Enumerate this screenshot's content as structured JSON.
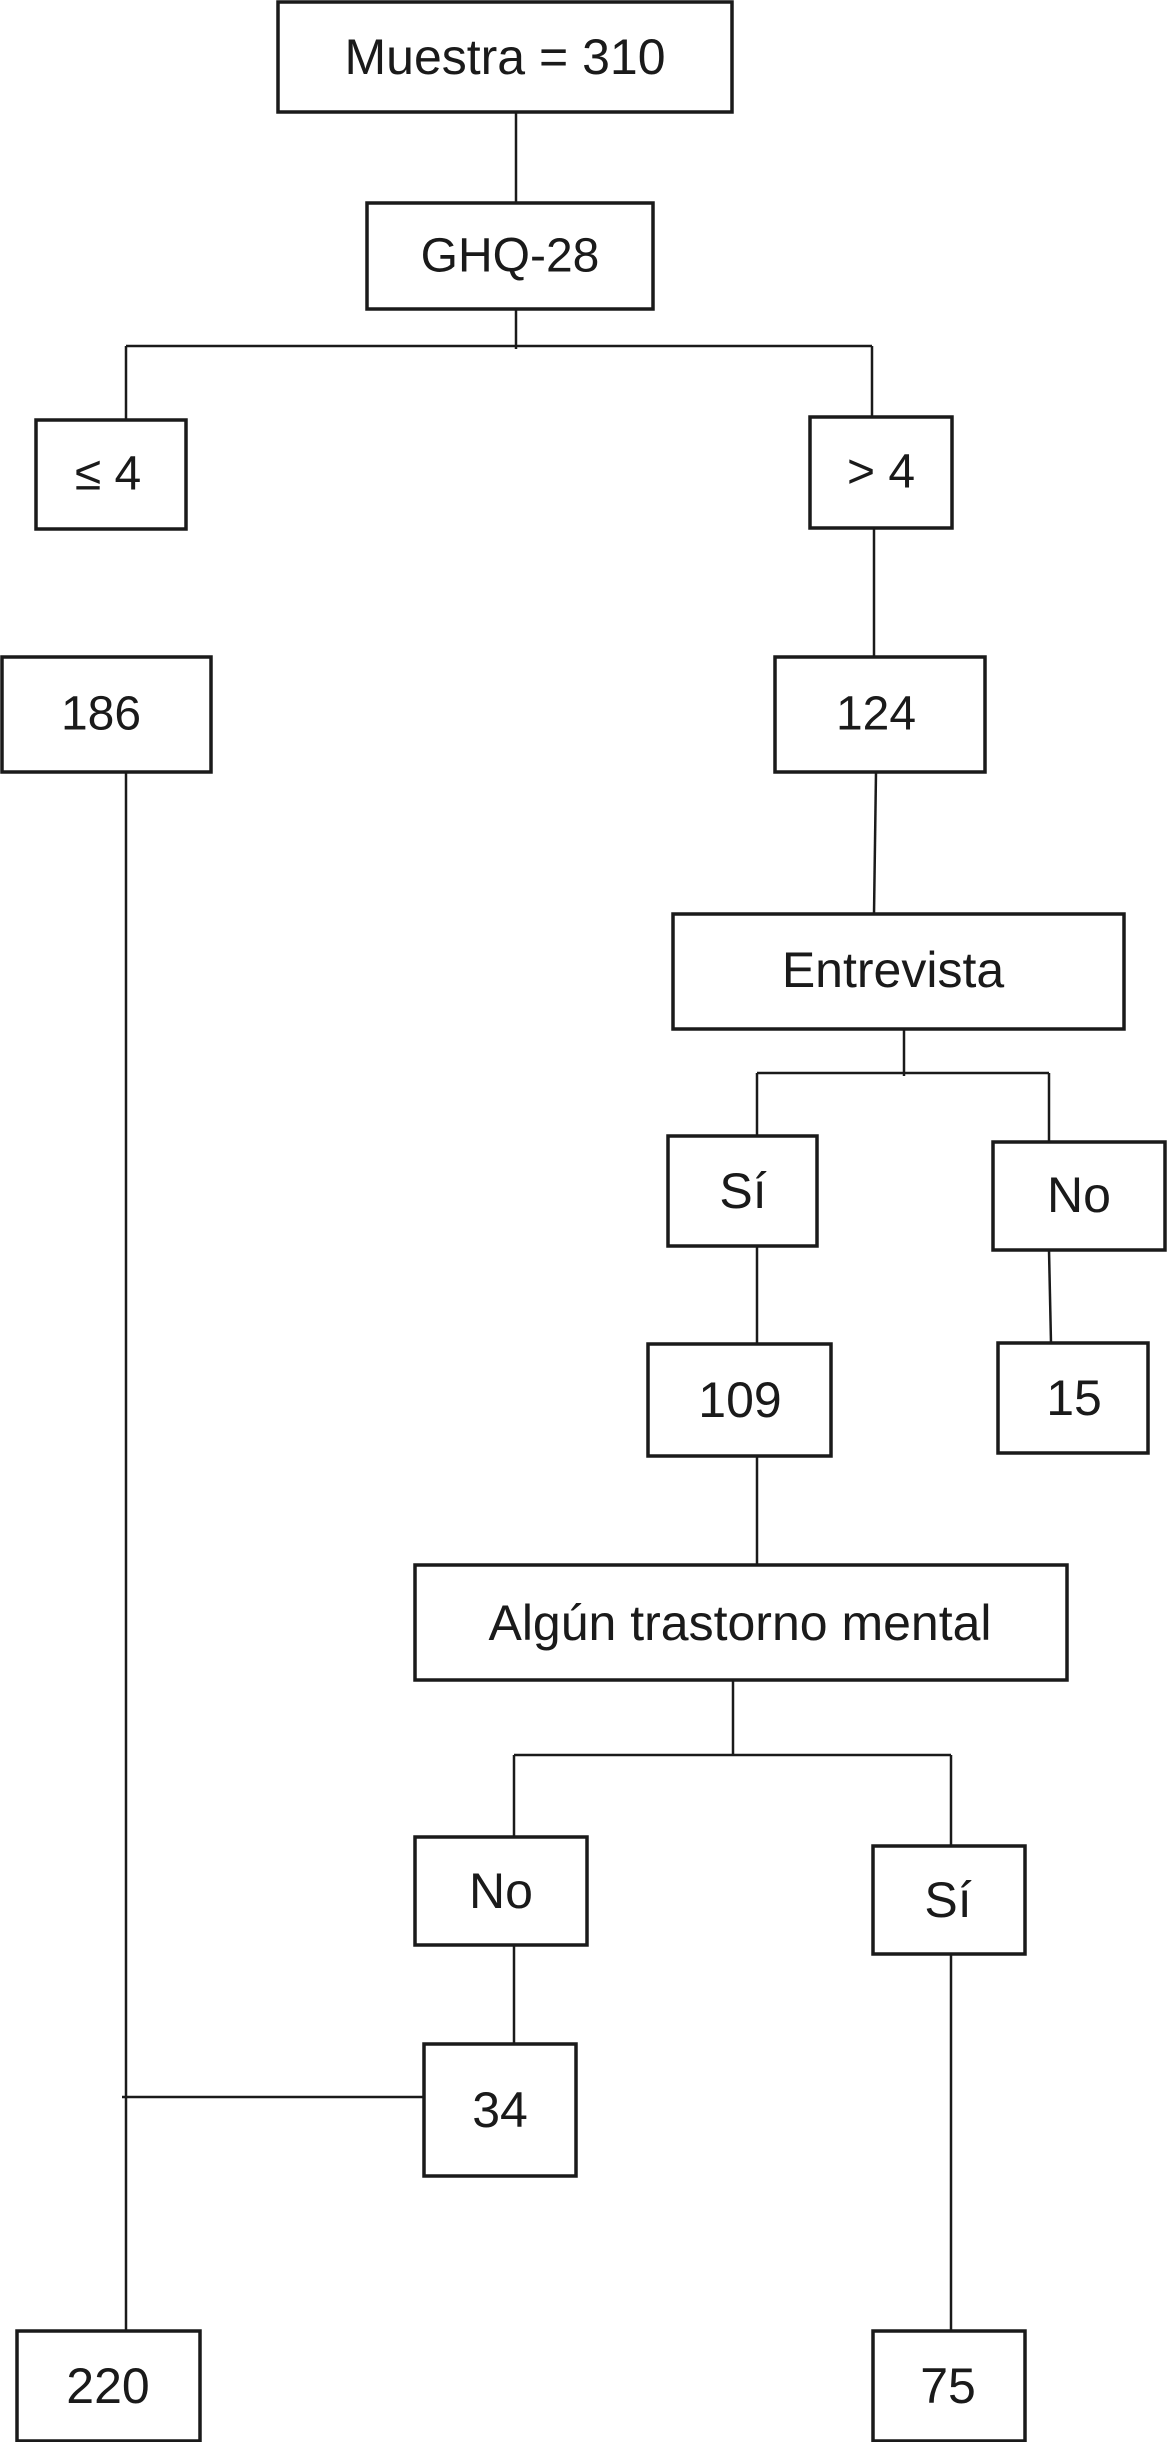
{
  "nodes": {
    "muestra": "Muestra = 310",
    "ghq": "GHQ-28",
    "le4": "≤ 4",
    "gt4": "> 4",
    "n186": "186",
    "n124": "124",
    "entrevista": "Entrevista",
    "entrevista_si": "Sí",
    "entrevista_no": "No",
    "n109": "109",
    "n15": "15",
    "trastorno": "Algún trastorno mental",
    "trastorno_no": "No",
    "trastorno_si": "Sí",
    "n34": "34",
    "n220": "220",
    "n75": "75"
  }
}
